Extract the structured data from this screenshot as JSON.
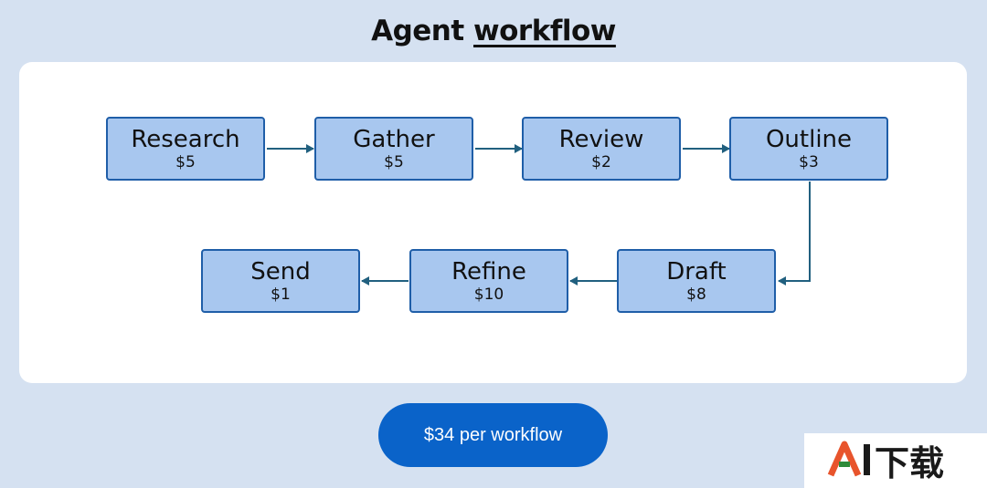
{
  "title": {
    "plain": "Agent",
    "underlined": "workflow"
  },
  "nodes": [
    {
      "name": "Research",
      "cost": "$5"
    },
    {
      "name": "Gather",
      "cost": "$5"
    },
    {
      "name": "Review",
      "cost": "$2"
    },
    {
      "name": "Outline",
      "cost": "$3"
    },
    {
      "name": "Draft",
      "cost": "$8"
    },
    {
      "name": "Refine",
      "cost": "$10"
    },
    {
      "name": "Send",
      "cost": "$1"
    }
  ],
  "total": {
    "label": "$34 per workflow"
  },
  "watermark": {
    "text": "AI下载"
  },
  "colors": {
    "background": "#d5e1f1",
    "node_fill": "#a8c7ef",
    "node_border": "#1f5ea8",
    "arrow": "#21607f",
    "pill": "#0a63c9"
  }
}
